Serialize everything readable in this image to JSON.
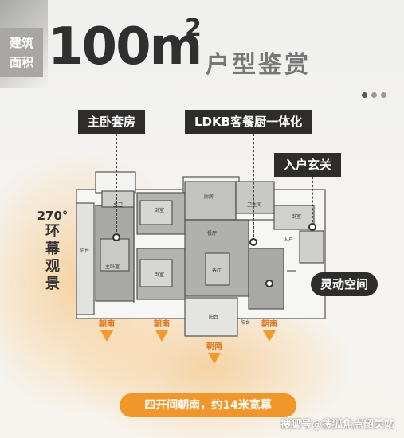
{
  "header": {
    "area_label_line1": "建筑",
    "area_label_line2": "面积",
    "area_value": "100m",
    "area_unit_sup": "2",
    "subtitle": "户型鉴赏"
  },
  "callouts": {
    "master_suite": "主卧套房",
    "ldkb": "LDKB客餐厨一体化",
    "entrance": "入户玄关",
    "flex_space": "灵动空间"
  },
  "view_label": {
    "degrees": "270°",
    "chars": [
      "环",
      "幕",
      "观",
      "景"
    ]
  },
  "floorplan_rooms": {
    "master_bath": "主卫",
    "bedroom_a": "卧室",
    "kitchen": "厨房",
    "bath2": "卫生间",
    "balcony_left": "阳台",
    "master_bedroom": "主卧室",
    "bedroom_b": "卧室",
    "dining": "餐厅",
    "living": "客厅",
    "balcony_bottom": "阳台",
    "entry": "入户",
    "bedroom_c": "卧室",
    "side_room": "阳台"
  },
  "south_labels": [
    "朝南",
    "朝南",
    "朝南",
    "朝南"
  ],
  "bottom_banner": "四开间朝南，约14米宽幕",
  "watermark": "搜狐号@搜狐焦点韶关站",
  "colors": {
    "accent_orange": "#f0962a",
    "tag_dark": "#2e2d2c",
    "area_box": "#a9a7a3"
  }
}
